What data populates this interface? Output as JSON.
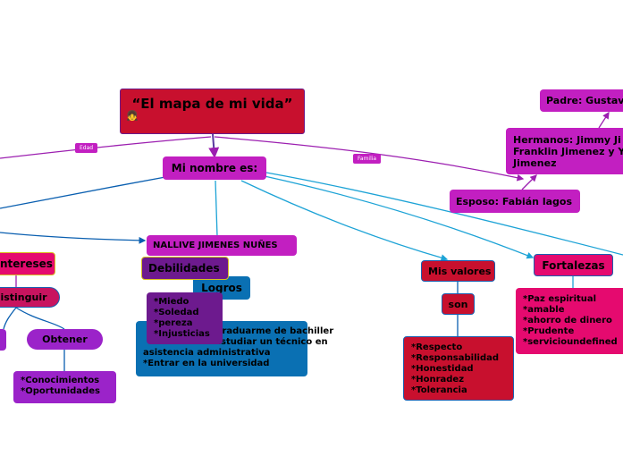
{
  "map": {
    "title": "“El mapa de mi vida”",
    "title_emoji": "👧",
    "nombre": "Mi nombre es:",
    "nombre_colon": ":",
    "name_value": "NALLIVE JIMENES NUÑES",
    "labels": {
      "edad": "Edad",
      "familia": "Familia"
    },
    "familia": {
      "padre": "Padre: Gustav",
      "hermanos": [
        "Hermanos: Jimmy Ji",
        "Franklin Jimenez y Y",
        "Jimenez"
      ],
      "esposo": "Esposo: Fabián lagos"
    },
    "intereses": {
      "label": "ntereses",
      "distinguir": "istinguir",
      "obtener": "Obtener",
      "obtener_items": [
        "*Conocimientos",
        "*Oportunidades"
      ]
    },
    "debilidades": {
      "label": "Debilidades",
      "items": [
        "*Miedo",
        "*Soledad",
        "*pereza",
        "*Injusticias"
      ]
    },
    "logros": {
      "label": "Logros",
      "items": [
        "*Graduarme de bachiller",
        "*Estudiar un técnico en",
        "asistencia administrativa",
        "*Entrar en la universidad"
      ]
    },
    "valores": {
      "label": "Mis valores",
      "connector": "son",
      "items": [
        "*Respecto",
        "*Responsabilidad",
        "*Honestidad",
        "*Honradez",
        "*Tolerancia"
      ]
    },
    "fortalezas": {
      "label": "Fortalezas",
      "items": [
        "*Paz espiritual",
        "*amable",
        "*ahorro de dinero",
        "*Prudente",
        "*servicioundefined"
      ]
    }
  }
}
